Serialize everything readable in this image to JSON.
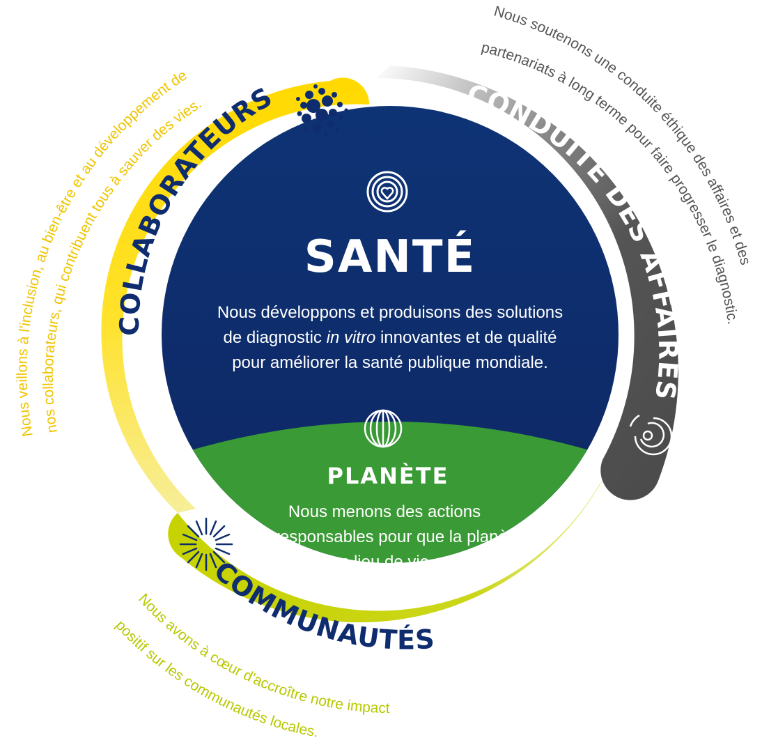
{
  "center": {
    "sante": {
      "title": "SANTÉ",
      "line1": "Nous développons et produisons des solutions",
      "line2_before": "de diagnostic ",
      "line2_italic": "in vitro",
      "line2_after": " innovantes et de qualité",
      "line3": "pour améliorer la santé publique mondiale.",
      "color": "#0f2d6e",
      "icon": "heart-rings-icon"
    },
    "planete": {
      "title": "PLANÈTE",
      "line1": "Nous menons des actions",
      "line2": "écoresponsables pour que la planète",
      "line3": "soit un lieu de vie sain.",
      "color": "#3a9a35",
      "icon": "globe-icon"
    }
  },
  "bands": {
    "collaborateurs": {
      "title": "COLLABORATEURS",
      "text_line1": "Nous veillons à l'inclusion, au bien-être et au développement de",
      "text_line2": "nos collaborateurs, qui contribuent tous à sauver des vies.",
      "color": "#ffd700",
      "text_color": "#f0c400",
      "icon": "bubbles-icon"
    },
    "conduite": {
      "title": "CONDUITE DES AFFAIRES",
      "text_line1": "Nous soutenons une conduite éthique des affaires et des",
      "text_line2": "partenariats à long terme pour faire progresser le diagnostic.",
      "color": "#575757",
      "text_color": "#555555",
      "icon": "target-rings-icon"
    },
    "communautes": {
      "title": "COMMUNAUTÉS",
      "text_line1": "Nous avons à cœur d'accroître notre impact",
      "text_line2": "positif sur les communautés locales.",
      "color": "#c8d400",
      "text_color": "#b8c800",
      "icon": "burst-icon"
    }
  },
  "title_color": "#0f2d6e"
}
